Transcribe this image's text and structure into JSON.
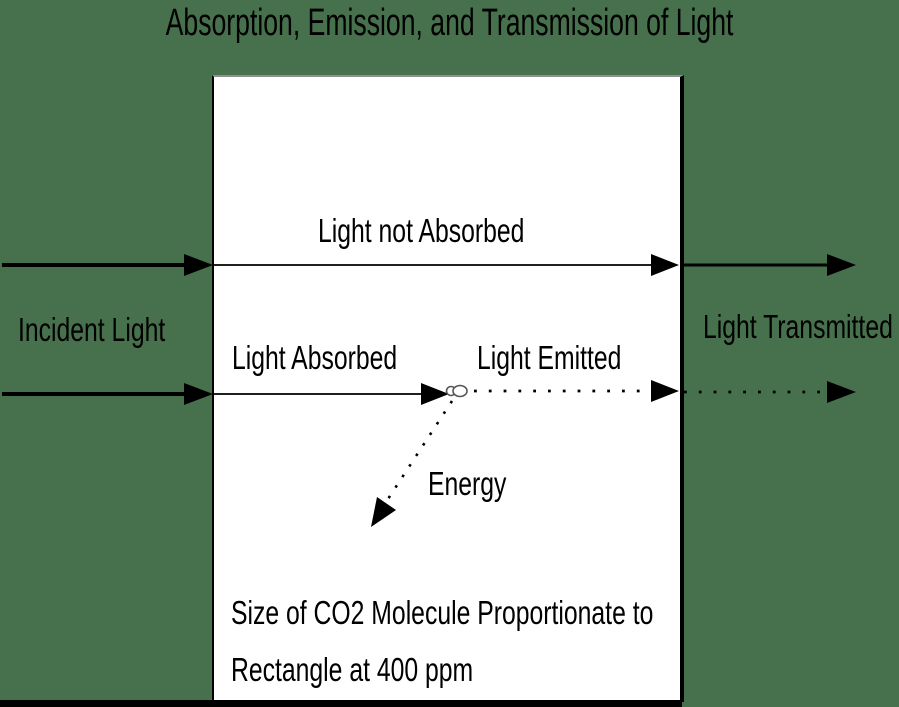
{
  "title": "Absorption, Emission, and Transmission of Light",
  "labels": {
    "incident_light": "Incident Light",
    "light_not_absorbed": "Light not Absorbed",
    "light_absorbed": "Light Absorbed",
    "light_emitted": "Light Emitted",
    "light_transmitted": "Light Transmitted",
    "energy": "Energy"
  },
  "note": {
    "line1": "Size of CO2 Molecule Proportionate to",
    "line2": "Rectangle at 400 ppm"
  },
  "colors": {
    "background": "#47714d",
    "box": "#ffffff",
    "ink": "#000000"
  }
}
